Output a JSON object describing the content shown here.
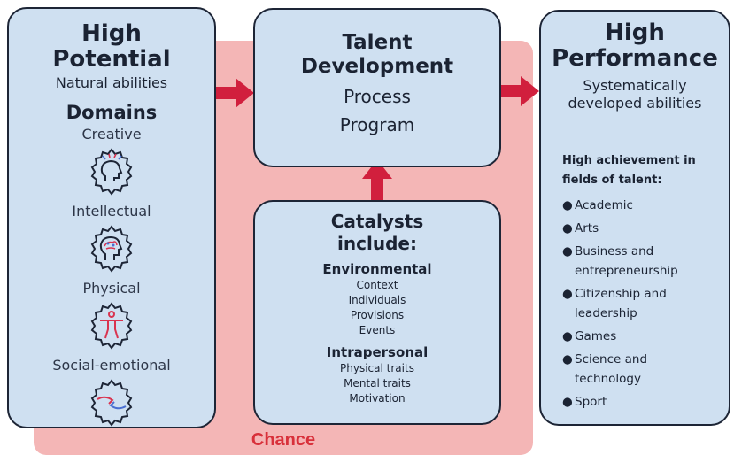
{
  "chance": {
    "label": "Chance"
  },
  "high_potential": {
    "title_line1": "High",
    "title_line2": "Potential",
    "subtitle": "Natural abilities",
    "domains_heading": "Domains",
    "domains": [
      "Creative",
      "Intellectual",
      "Physical",
      "Social-emotional"
    ],
    "domain_icons": [
      "creative-head-gear-icon",
      "brain-head-gear-icon",
      "body-gear-icon",
      "handshake-gear-icon"
    ]
  },
  "talent_development": {
    "title_line1": "Talent",
    "title_line2": "Development",
    "line3": "Process",
    "line4": "Program"
  },
  "catalysts": {
    "title_line1": "Catalysts",
    "title_line2": "include:",
    "environmental_heading": "Environmental",
    "environmental_items": [
      "Context",
      "Individuals",
      "Provisions",
      "Events"
    ],
    "intrapersonal_heading": "Intrapersonal",
    "intrapersonal_items": [
      "Physical traits",
      "Mental traits",
      "Motivation"
    ]
  },
  "high_performance": {
    "title_line1": "High",
    "title_line2": "Performance",
    "subtitle_line1": "Systematically",
    "subtitle_line2": "developed abilities",
    "list_heading_line1": "High achievement in",
    "list_heading_line2": "fields of talent:",
    "bullet": "●",
    "items": [
      {
        "line1": "Academic",
        "line2": ""
      },
      {
        "line1": "Arts",
        "line2": ""
      },
      {
        "line1": "Business and",
        "line2": "entrepreneurship"
      },
      {
        "line1": "Citizenship and",
        "line2": "leadership"
      },
      {
        "line1": "Games",
        "line2": ""
      },
      {
        "line1": "Science and",
        "line2": "technology"
      },
      {
        "line1": "Sport",
        "line2": ""
      }
    ]
  },
  "colors": {
    "chance_background": "#f4b6b6",
    "chance_text": "#d8303a",
    "box_fill": "#cfe0f1",
    "box_border": "#1d2536",
    "arrow": "#d11f3d"
  }
}
